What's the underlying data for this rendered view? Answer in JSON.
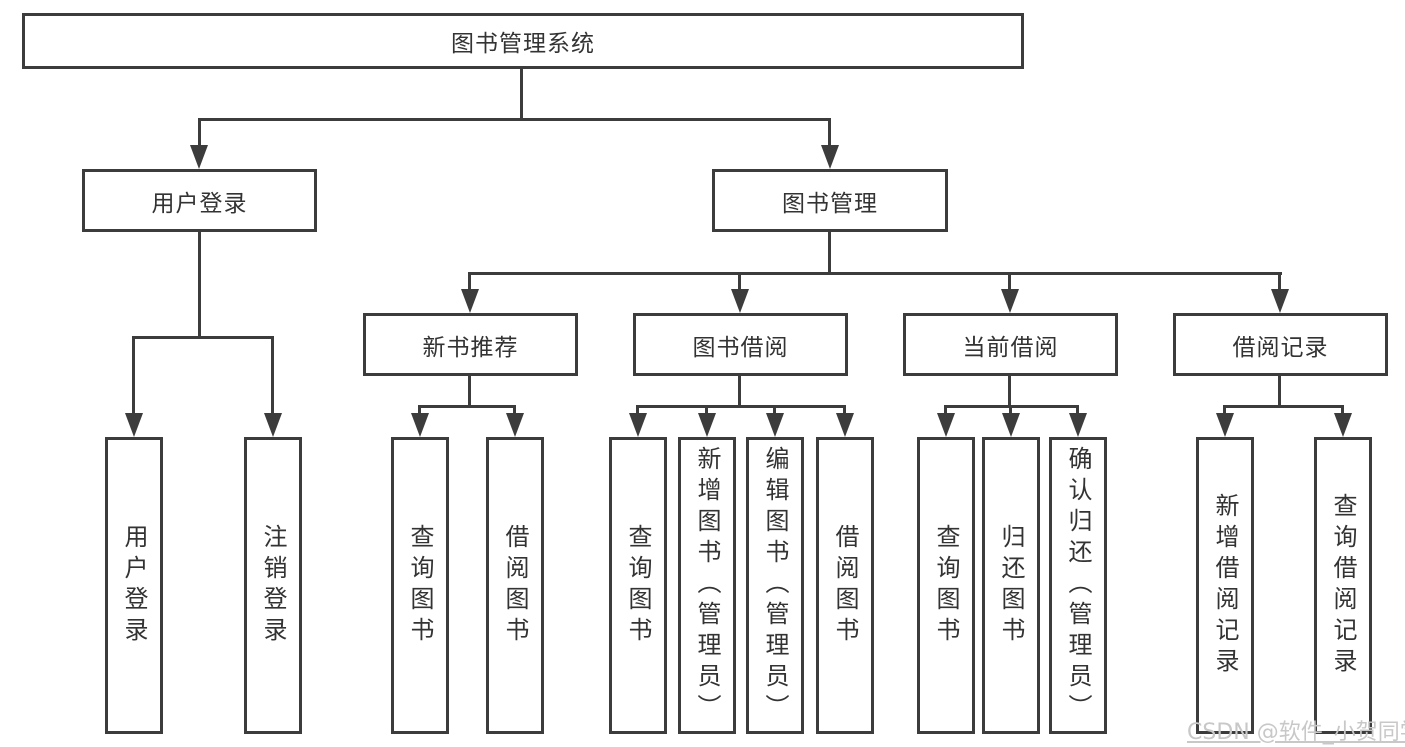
{
  "tree": {
    "root": "图书管理系统",
    "children": [
      {
        "label": "用户登录",
        "children": [
          "用户登录",
          "注销登录"
        ]
      },
      {
        "label": "图书管理",
        "children": [
          {
            "label": "新书推荐",
            "children": [
              "查询图书",
              "借阅图书"
            ]
          },
          {
            "label": "图书借阅",
            "children": [
              "查询图书",
              "新增图书（管理员）",
              "编辑图书（管理员）",
              "借阅图书"
            ]
          },
          {
            "label": "当前借阅",
            "children": [
              "查询图书",
              "归还图书",
              "确认归还（管理员）"
            ]
          },
          {
            "label": "借阅记录",
            "children": [
              "新增借阅记录",
              "查询借阅记录"
            ]
          }
        ]
      }
    ]
  },
  "watermark": "CSDN @软件_小贺同学",
  "colors": {
    "line": "#3c3c3c",
    "text": "#333333",
    "background": "#ffffff",
    "watermark": "#c8c8c8"
  }
}
